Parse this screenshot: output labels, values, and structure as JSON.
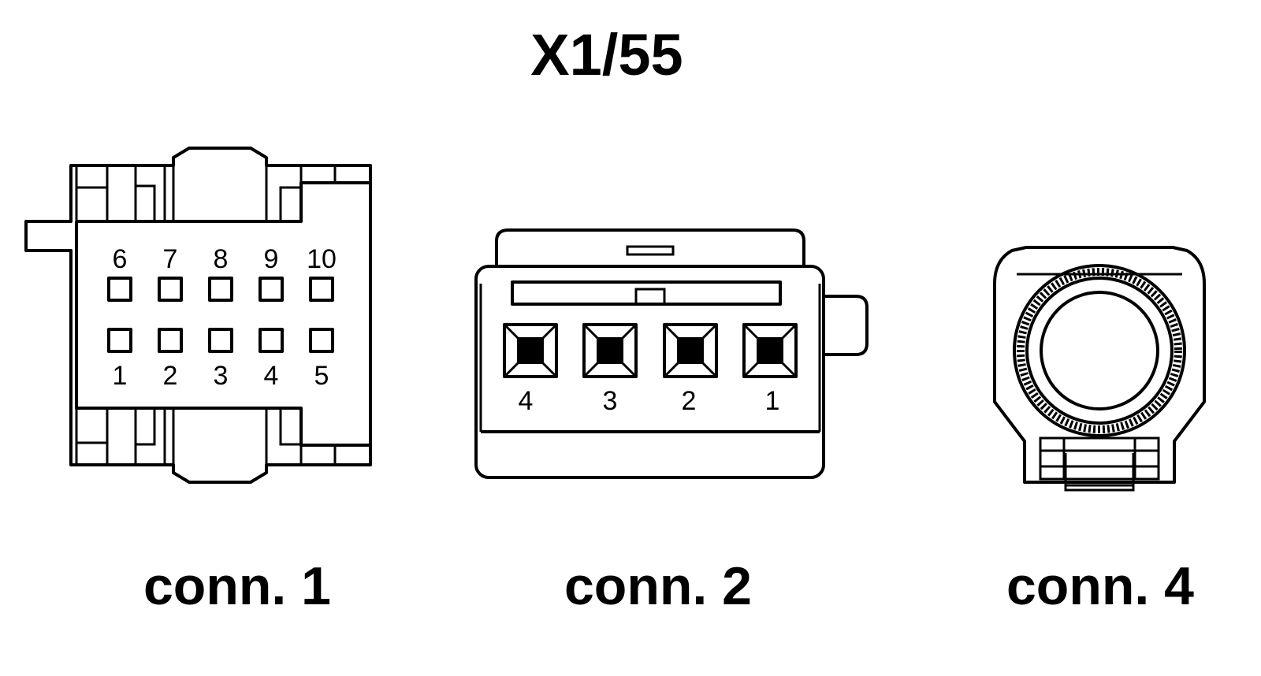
{
  "title": "X1/55",
  "connectors": [
    {
      "caption": "conn. 1",
      "top_row_pins": [
        "6",
        "7",
        "8",
        "9",
        "10"
      ],
      "bottom_row_pins": [
        "1",
        "2",
        "3",
        "4",
        "5"
      ]
    },
    {
      "caption": "conn. 2",
      "pins": [
        "4",
        "3",
        "2",
        "1"
      ]
    },
    {
      "caption": "conn. 4"
    }
  ]
}
